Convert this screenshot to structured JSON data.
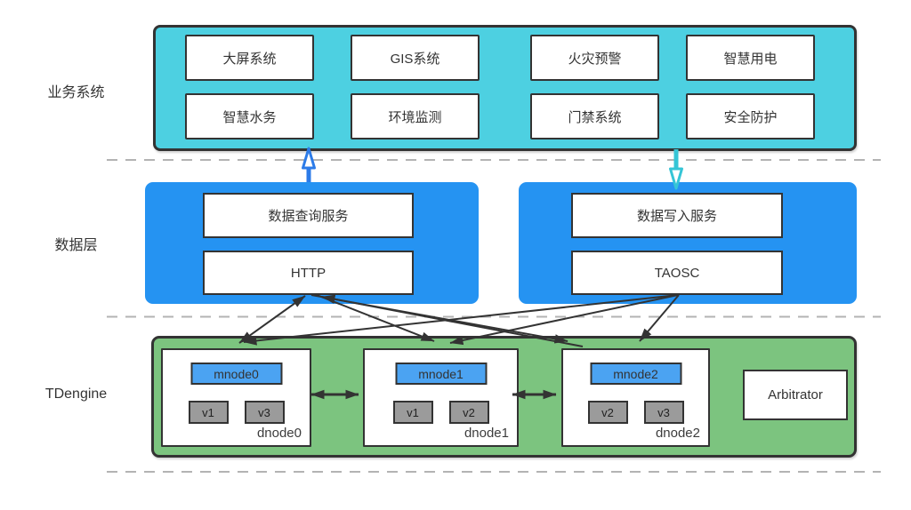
{
  "layers": {
    "business": {
      "label": "业务系统",
      "items": [
        "大屏系统",
        "GIS系统",
        "火灾预警",
        "智慧用电",
        "智慧水务",
        "环境监测",
        "门禁系统",
        "安全防护"
      ]
    },
    "data_layer": {
      "label": "数据层",
      "query": {
        "service": "数据查询服务",
        "interface": "HTTP"
      },
      "write": {
        "service": "数据写入服务",
        "interface": "TAOSC"
      }
    },
    "tdengine": {
      "label": "TDengine",
      "dnodes": [
        {
          "name": "dnode0",
          "mnode": "mnode0",
          "vnodes": [
            "v1",
            "v3"
          ]
        },
        {
          "name": "dnode1",
          "mnode": "mnode1",
          "vnodes": [
            "v1",
            "v2"
          ]
        },
        {
          "name": "dnode2",
          "mnode": "mnode2",
          "vnodes": [
            "v2",
            "v3"
          ]
        }
      ],
      "arbitrator": "Arbitrator"
    }
  },
  "colors": {
    "business_fill": "#4DD0E1",
    "data_fill": "#2593F2",
    "tdengine_fill": "#7CC47F",
    "mnode_fill": "#4BA3F2",
    "vnode_fill": "#9B9B9B",
    "box_fill": "#FFFFFF",
    "border_dark": "#333333",
    "arrow_black": "#333333",
    "dashed_gray": "#B3B3B3",
    "query_arrow_blue": "#2C7BE8",
    "write_arrow_cyan": "#35C5D6",
    "text": "#333333"
  }
}
